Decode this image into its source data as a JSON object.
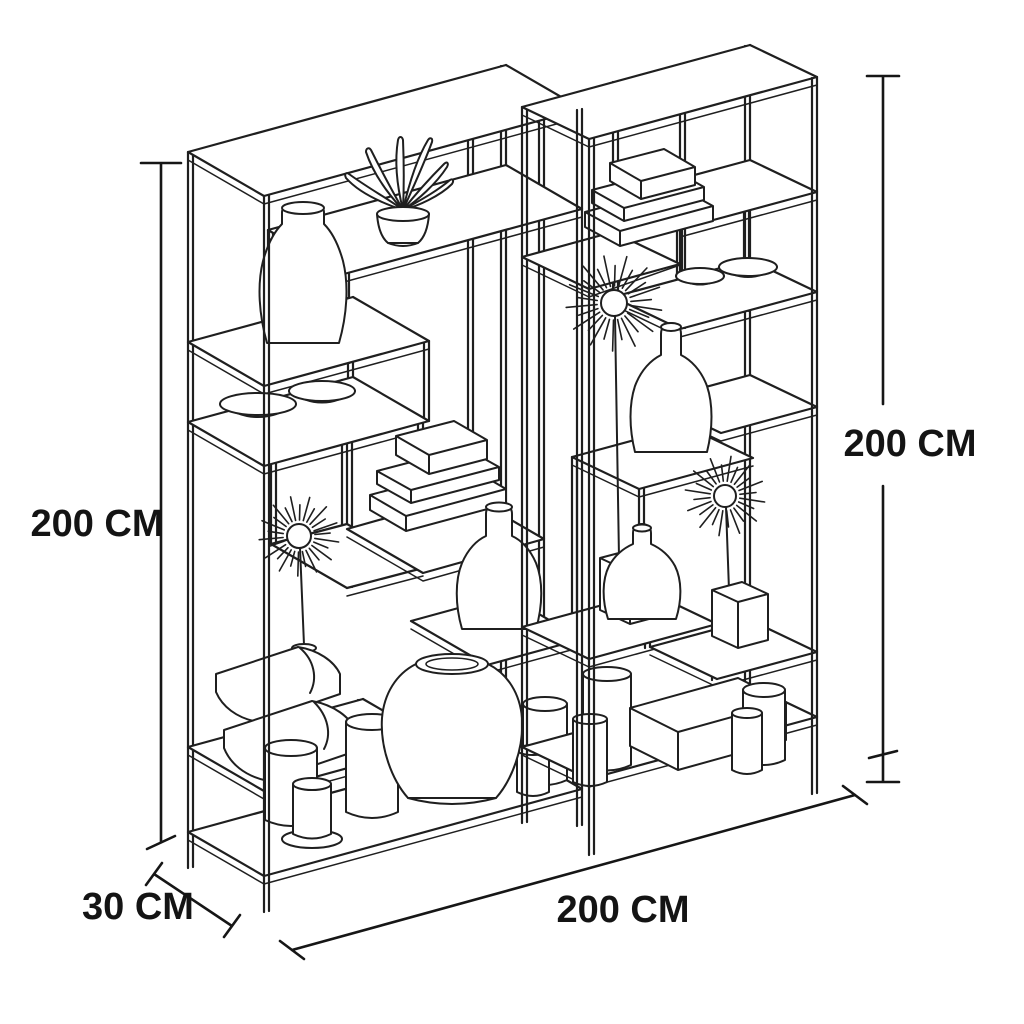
{
  "diagram": {
    "type": "isometric-furniture-dimension-drawing",
    "subject": "two open metal etagere shelving units with decor objects",
    "dimensions": {
      "left_height_label": "200 CM",
      "right_height_label": "200 CM",
      "depth_label": "30 CM",
      "width_label": "200 CM"
    },
    "colors": {
      "line": "#1f1f1f",
      "background": "#ffffff"
    },
    "units": [
      {
        "id": "left-shelving-unit",
        "decor_items": [
          "tall-vase",
          "potted-plant",
          "two-bowls",
          "book-stack",
          "sunburst-decor-on-stand",
          "bottle-vase",
          "folded-towels",
          "pillar-candles",
          "large-urn-vase"
        ]
      },
      {
        "id": "right-shelving-unit",
        "decor_items": [
          "book-stack",
          "two-bowls-in-cube-shelf",
          "sunburst-decor-on-stand",
          "bottle-vase",
          "round-vase",
          "sunburst-decor-on-cube",
          "pillar-candles",
          "flat-storage-box"
        ]
      }
    ]
  }
}
